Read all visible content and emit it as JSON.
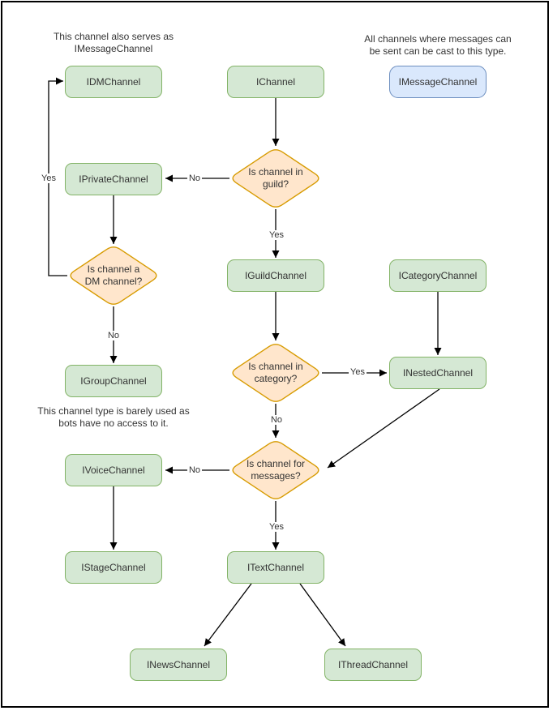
{
  "diagram": {
    "notes": {
      "dm": {
        "lines": [
          "This channel also serves as",
          "IMessageChannel"
        ]
      },
      "cast": {
        "lines": [
          "All channels where messages can",
          "be sent can be cast to this type."
        ]
      },
      "group": {
        "lines": [
          "This channel type is barely used as",
          "bots have no access to it."
        ]
      }
    },
    "nodes": {
      "idm": {
        "label": "IDMChannel"
      },
      "ichannel": {
        "label": "IChannel"
      },
      "imessage": {
        "label": "IMessageChannel"
      },
      "iprivate": {
        "label": "IPrivateChannel"
      },
      "iguild": {
        "label": "IGuildChannel"
      },
      "icategory": {
        "label": "ICategoryChannel"
      },
      "inested": {
        "label": "INestedChannel"
      },
      "igroup": {
        "label": "IGroupChannel"
      },
      "ivoice": {
        "label": "IVoiceChannel"
      },
      "istage": {
        "label": "IStageChannel"
      },
      "itext": {
        "label": "ITextChannel"
      },
      "inews": {
        "label": "INewsChannel"
      },
      "ithread": {
        "label": "IThreadChannel"
      }
    },
    "decisions": {
      "guild": {
        "lines": [
          "Is channel in",
          "guild?"
        ]
      },
      "dm": {
        "lines": [
          "Is channel a",
          "DM channel?"
        ]
      },
      "category": {
        "lines": [
          "Is channel in",
          "category?"
        ]
      },
      "messages": {
        "lines": [
          "Is channel for",
          "messages?"
        ]
      }
    },
    "edge_labels": {
      "yes": "Yes",
      "no": "No"
    },
    "colors": {
      "node_fill": "#d5e8d4",
      "node_stroke": "#82b366",
      "decision_fill": "#ffe6cc",
      "decision_stroke": "#d79b00",
      "cast_fill": "#dae8fc",
      "cast_stroke": "#6c8ebf",
      "edge": "#000000",
      "text": "#333333",
      "background": "#ffffff",
      "border": "#000000"
    }
  }
}
